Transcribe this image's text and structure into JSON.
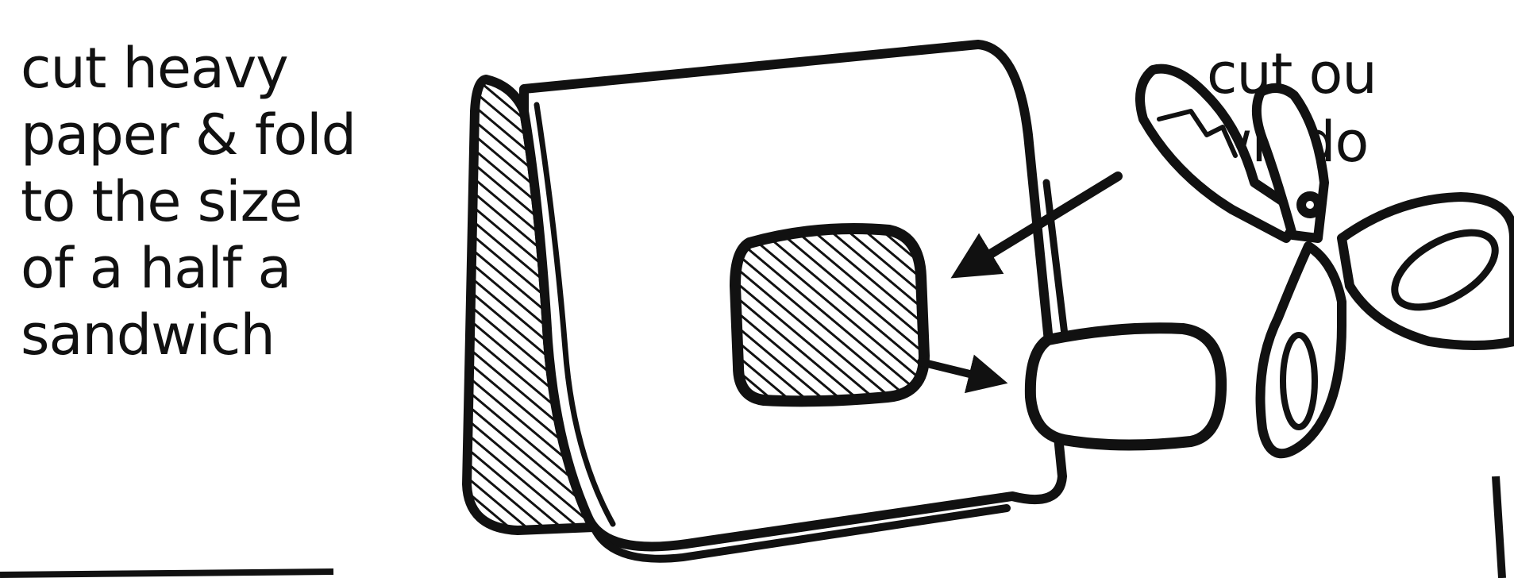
{
  "left_caption": {
    "lines": [
      "cut heavy",
      "paper & fold",
      "to the size",
      "of a half a",
      "sandwich"
    ]
  },
  "right_caption": {
    "lines": [
      "cut ou",
      "windo"
    ]
  },
  "colors": {
    "ink": "#111111",
    "paper": "#ffffff"
  }
}
